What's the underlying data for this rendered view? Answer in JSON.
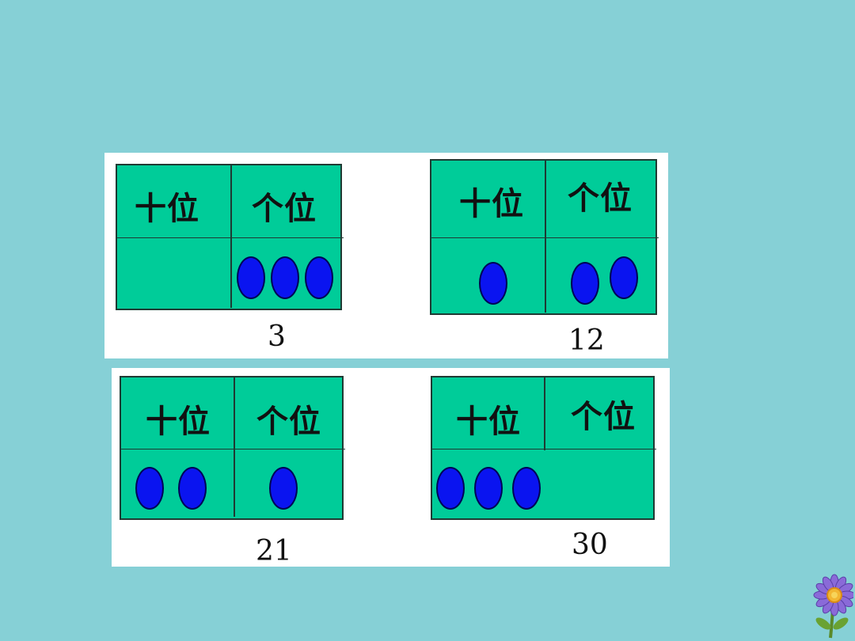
{
  "labels": {
    "tens": "十位",
    "ones": "个位"
  },
  "charts": [
    {
      "number": "3",
      "tens_beads": 0,
      "ones_beads": 3
    },
    {
      "number": "12",
      "tens_beads": 1,
      "ones_beads": 2
    },
    {
      "number": "21",
      "tens_beads": 2,
      "ones_beads": 1
    },
    {
      "number": "30",
      "tens_beads": 3,
      "ones_beads": 0
    }
  ],
  "colors": {
    "background": "#86d0d6",
    "chart": "#00cc99",
    "bead": "#0a14f0"
  },
  "decoration_icon": "flower-icon"
}
